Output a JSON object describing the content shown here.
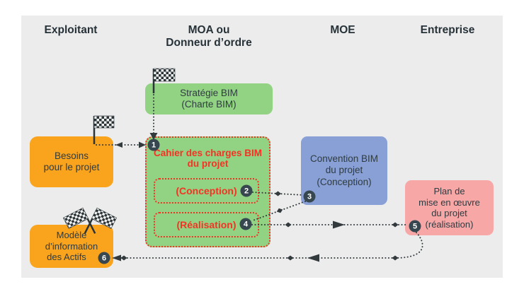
{
  "columns": {
    "exploitant": "Exploitant",
    "moa_line1": "MOA ou",
    "moa_line2": "Donneur d’ordre",
    "moe": "MOE",
    "entreprise": "Entreprise"
  },
  "boxes": {
    "strategie": {
      "line1": "Stratégie BIM",
      "line2": "(Charte BIM)"
    },
    "besoins": {
      "line1": "Besoins",
      "line2": "pour le projet"
    },
    "cahier": {
      "title_line1": "Cahier des charges BIM",
      "title_line2": "du projet",
      "conception": "(Conception)",
      "realisation": "(Réalisation)"
    },
    "convention": {
      "line1": "Convention BIM",
      "line2": "du projet",
      "line3": "(Conception)"
    },
    "plan": {
      "line1": "Plan de",
      "line2": "mise en œuvre",
      "line3": "du projet",
      "line4": "(réalisation)"
    },
    "modele": {
      "line1": "Modèle",
      "line2": "d’information",
      "line3": "des Actifs"
    }
  },
  "badges": {
    "b1": "1",
    "b2": "2",
    "b3": "3",
    "b4": "4",
    "b5": "5",
    "b6": "6"
  },
  "icons": {
    "flag_strategie": "checkered-flag",
    "flag_besoins": "checkered-flag",
    "flags_modele": "crossed-checkered-flags"
  },
  "colors": {
    "panel_bg": "#ececec",
    "green": "#92d383",
    "orange": "#f9a41c",
    "blue": "#88a0d6",
    "pink": "#f8a7a7",
    "red_accent": "#f53224",
    "dark_text": "#2f3b40",
    "badge_bg": "#37474f",
    "line_color": "#333a3d"
  }
}
